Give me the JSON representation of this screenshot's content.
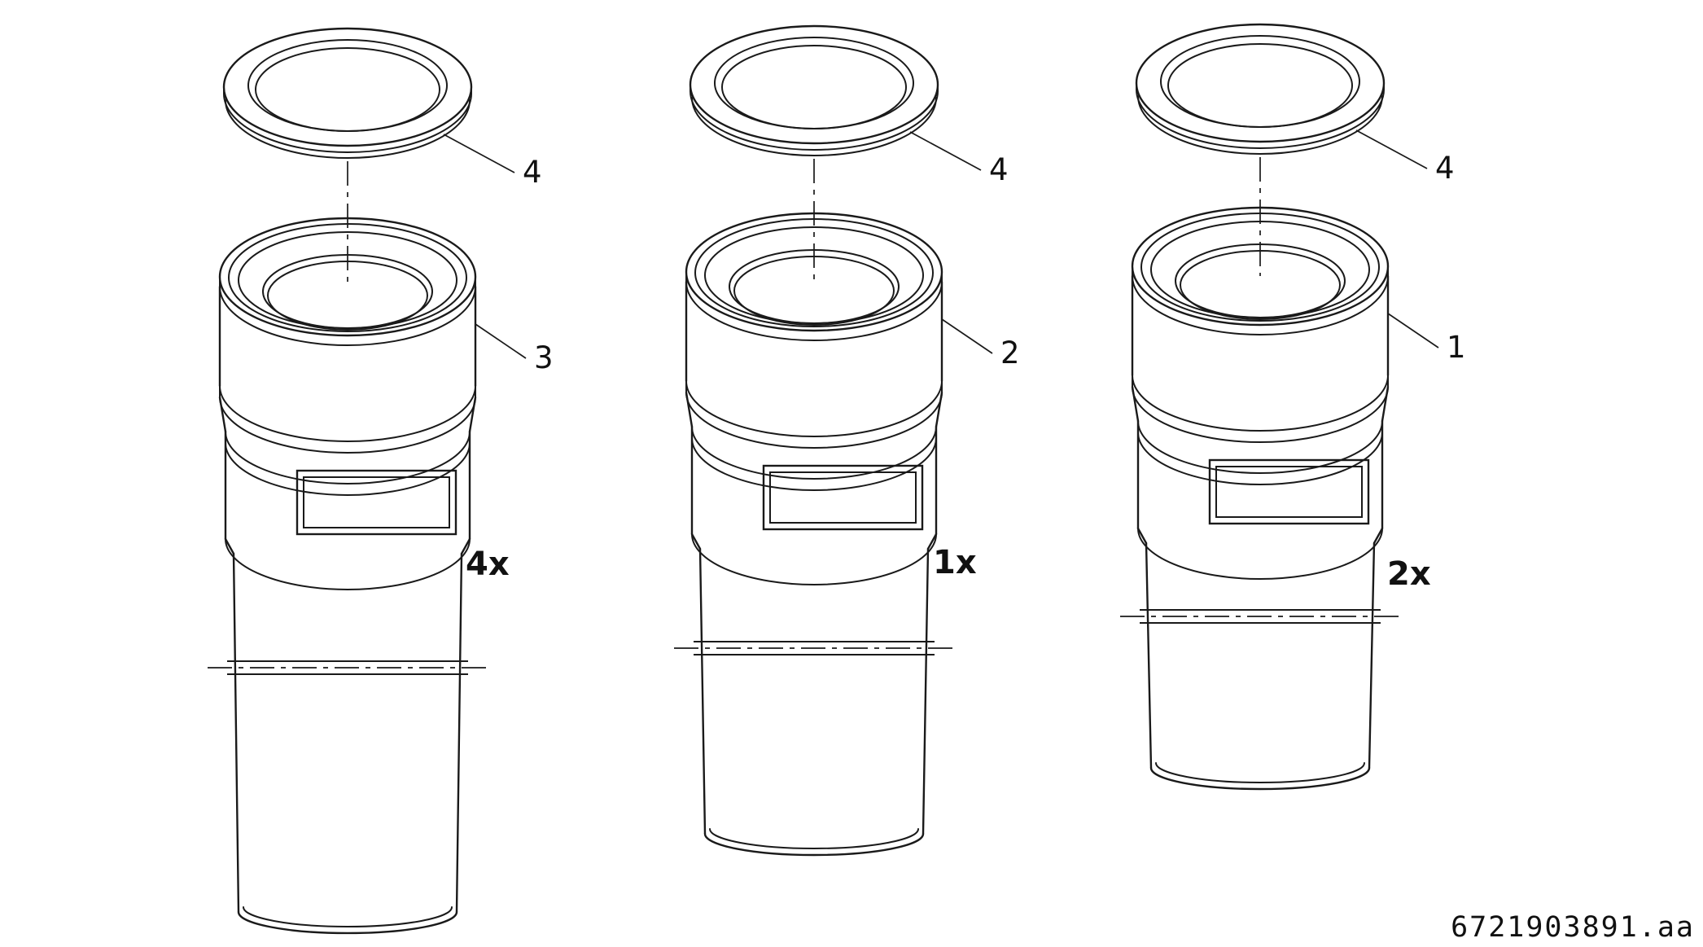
{
  "diagram": {
    "doc_id": "6721903891.aa",
    "assemblies": [
      {
        "part_label": "3",
        "gasket_label": "4",
        "quantity": "4x"
      },
      {
        "part_label": "2",
        "gasket_label": "4",
        "quantity": "1x"
      },
      {
        "part_label": "1",
        "gasket_label": "4",
        "quantity": "2x"
      }
    ]
  },
  "colors": {
    "line": "#1a1a1a",
    "background": "#ffffff",
    "text": "#111111"
  }
}
